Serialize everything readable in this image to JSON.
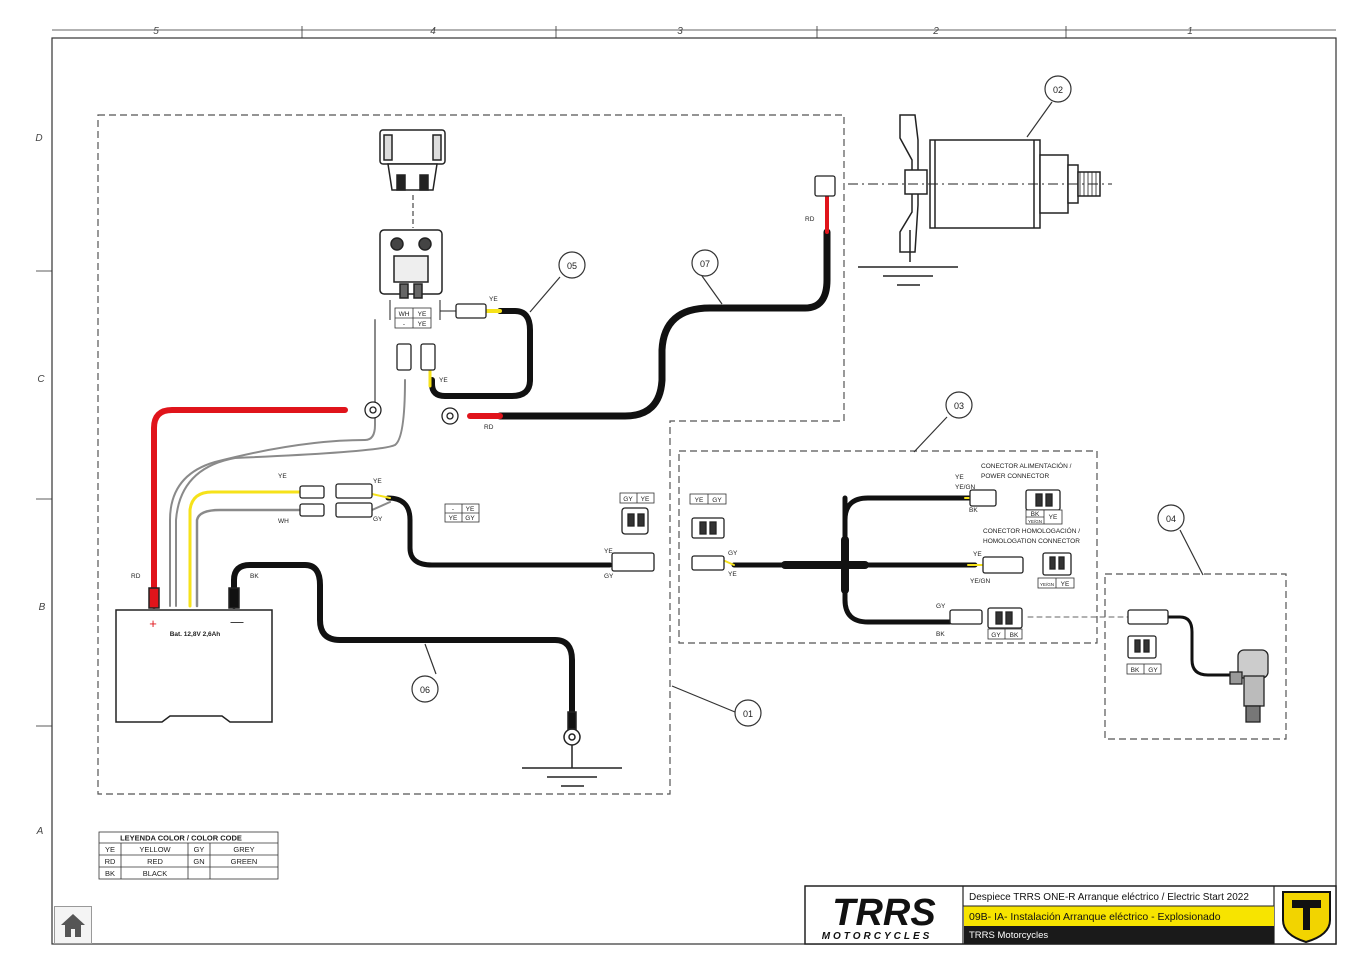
{
  "grid": {
    "columns": [
      "5",
      "4",
      "3",
      "2",
      "1"
    ],
    "rows": [
      "D",
      "C",
      "B",
      "A"
    ]
  },
  "callouts": [
    "01",
    "02",
    "03",
    "04",
    "05",
    "06",
    "07"
  ],
  "wire_labels": {
    "rd_battery": "RD",
    "rd_relay": "RD",
    "rd_starter": "RD",
    "ye_relay_top": "YE",
    "ye_relay_pin": "YE",
    "bk_battery": "BK",
    "ye_left": "YE",
    "wh_left": "WH",
    "ye_mid": "YE",
    "gy_mid": "GY",
    "ye_conn_b": "YE",
    "gy_conn_b": "GY",
    "gy_harness": "GY",
    "ye_harness": "YE",
    "ye_power": "YE",
    "yegn_power": "YE/GN",
    "bk_power": "BK",
    "ye_homol": "YE",
    "yegn_homol": "YE/GN",
    "gy_bottom": "GY",
    "bk_bottom": "BK"
  },
  "pin_tables": {
    "relay_row1": [
      "WH",
      "YE"
    ],
    "relay_row2": [
      "-",
      "YE"
    ],
    "mid_row1": [
      "-",
      "YE"
    ],
    "mid_row2": [
      "YE",
      "GY"
    ],
    "conn_right": [
      "GY",
      "YE"
    ],
    "conn_harness": [
      "YE",
      "GY"
    ],
    "power_row1": [
      "BK",
      "YE"
    ],
    "power_row2": [
      "YE/GN",
      ""
    ],
    "homol": [
      "YE/GN",
      "YE"
    ],
    "bottom_conn": [
      "GY",
      "BK"
    ],
    "sensor_conn": [
      "BK",
      "GY"
    ]
  },
  "connector_labels": {
    "power": [
      "CONECTOR ALIMENTACIÓN /",
      "POWER CONNECTOR"
    ],
    "homologation": [
      "CONECTOR HOMOLOGACIÓN /",
      "HOMOLOGATION CONNECTOR"
    ]
  },
  "battery": {
    "label": "Bat. 12,8V 2,6Ah",
    "plus": "+",
    "minus": "—"
  },
  "legend": {
    "title": "LEYENDA COLOR / COLOR CODE",
    "rows": [
      [
        "YE",
        "YELLOW",
        "GY",
        "GREY"
      ],
      [
        "RD",
        "RED",
        "GN",
        "GREEN"
      ],
      [
        "BK",
        "BLACK",
        "",
        ""
      ]
    ]
  },
  "title_block": {
    "logo_main": "TRRS",
    "logo_sub": "MOTORCYCLES",
    "line1": "Despiece TRRS ONE-R Arranque eléctrico / Electric Start 2022",
    "line2": "09B- IA- Instalación Arranque eléctrico - Explosionado",
    "line3": "TRRS Motorcycles"
  },
  "colors": {
    "red": "#e0141b",
    "yellow": "#f6e21a",
    "black": "#111111",
    "grey": "#8a8a8a",
    "title_yellow": "#f7e400",
    "badge_yellow": "#f2d400"
  },
  "icons": {
    "home": "home-icon",
    "badge": "trrs-badge-icon"
  }
}
